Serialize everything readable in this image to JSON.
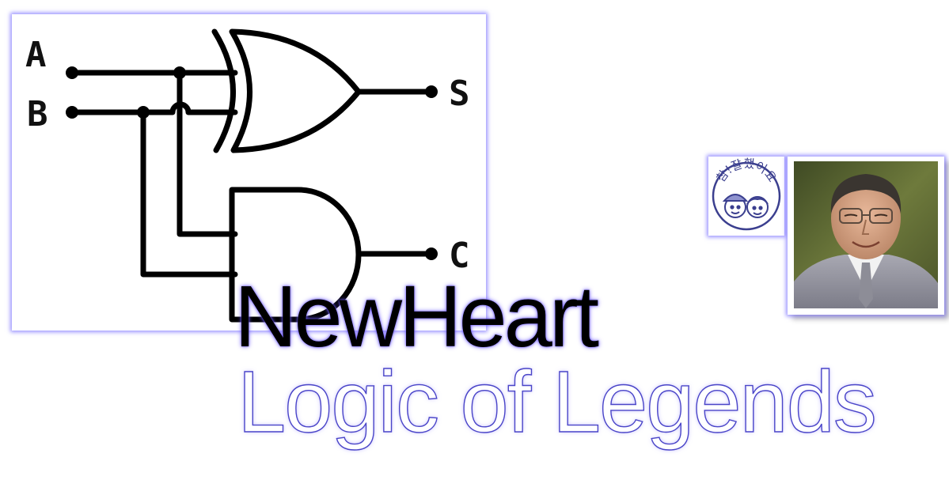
{
  "circuit": {
    "input_a": "A",
    "input_b": "B",
    "output_sum": "S",
    "output_carry": "C",
    "gates": [
      "XOR",
      "AND"
    ]
  },
  "stamp": {
    "text": "참!잘했어요"
  },
  "title": {
    "main": "NewHeart",
    "sub": "Logic of Legends"
  },
  "colors": {
    "glow": "#786eff",
    "outline": "#4a45c8",
    "stamp_ink": "#3b3f8f"
  }
}
